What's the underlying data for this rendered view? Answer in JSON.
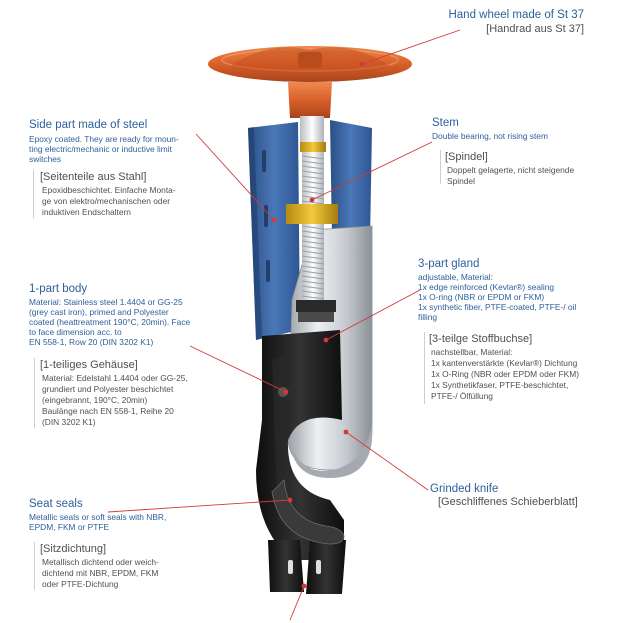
{
  "labels": {
    "handwheel": {
      "title": "Hand wheel made of St 37",
      "title_de": "[Handrad aus St 37]"
    },
    "side": {
      "title": "Side part made of steel",
      "desc": [
        "Epoxy coated. They are ready for moun-",
        "ting electric/mechanic or inductive limit",
        "switches"
      ],
      "title_de": "[Seitenteile aus Stahl]",
      "desc_de": [
        "Epoxidbeschichtet. Einfache Monta-",
        "ge von elektro/mechanischen oder",
        "induktiven Endschaltern"
      ]
    },
    "stem": {
      "title": "Stem",
      "desc": "Double bearing, not rising stem",
      "title_de": "[Spindel]",
      "desc_de": [
        "Doppelt gelagerte, nicht steigende",
        "Spindel"
      ]
    },
    "gland": {
      "title": "3-part gland",
      "desc": [
        "adjustable, Material:",
        "1x edge reinforced (Kevlar®) sealing",
        "1x O-ring (NBR or EPDM or FKM)",
        "1x synthetic fiber, PTFE-coated, PTFE-/ oil",
        "filling"
      ],
      "title_de": "[3-teilge Stoffbuchse]",
      "desc_de": [
        "nachstellbar, Material:",
        "1x kantenverstärkte (Kevlar®) Dichtung",
        "1x O-Ring (NBR oder EPDM oder FKM)",
        "1x Synthetikfaser, PTFE-beschichtet,",
        "PTFE-/ Ölfüllung"
      ]
    },
    "body": {
      "title": "1-part body",
      "desc": [
        "Material: Stainless steel 1.4404 or GG-25",
        "(grey cast iron), primed and Polyester",
        "coated (heattreatment 190°C, 20min). Face",
        "to face dimension acc. to",
        "EN 558-1, Row 20 (DIN 3202 K1)"
      ],
      "title_de": "[1-teiliges Gehäuse]",
      "desc_de": [
        "Material: Edelstahl 1.4404 oder GG-25,",
        "grundiert und Polyester beschichtet",
        "(eingebrannt, 190°C, 20min)",
        "Baulänge nach EN 558-1, Reihe 20",
        "(DIN 3202 K1)"
      ]
    },
    "knife": {
      "title": "Grinded knife",
      "title_de": "[Geschliffenes Schieberblatt]"
    },
    "seat": {
      "title": "Seat seals",
      "desc": [
        "Metallic seals or soft seals with NBR,",
        "EPDM, FKM or PTFE"
      ],
      "title_de": "[Sitzdichtung]",
      "desc_de": [
        "Metallisch dichtend oder weich-",
        "dichtend mit NBR, EPDM, FKM",
        "oder PTFE-Dichtung"
      ]
    }
  },
  "colors": {
    "label_blue": "#2e5f9c",
    "label_grey": "#505050",
    "leader_red": "#d03a3a",
    "handwheel_orange": "#d9602a",
    "side_blue": "#3d6aa8",
    "body_black": "#1a1a1a",
    "knife_silver": "#c9cdd2"
  },
  "icons": {
    "leader_dot": "red-dot-icon"
  }
}
